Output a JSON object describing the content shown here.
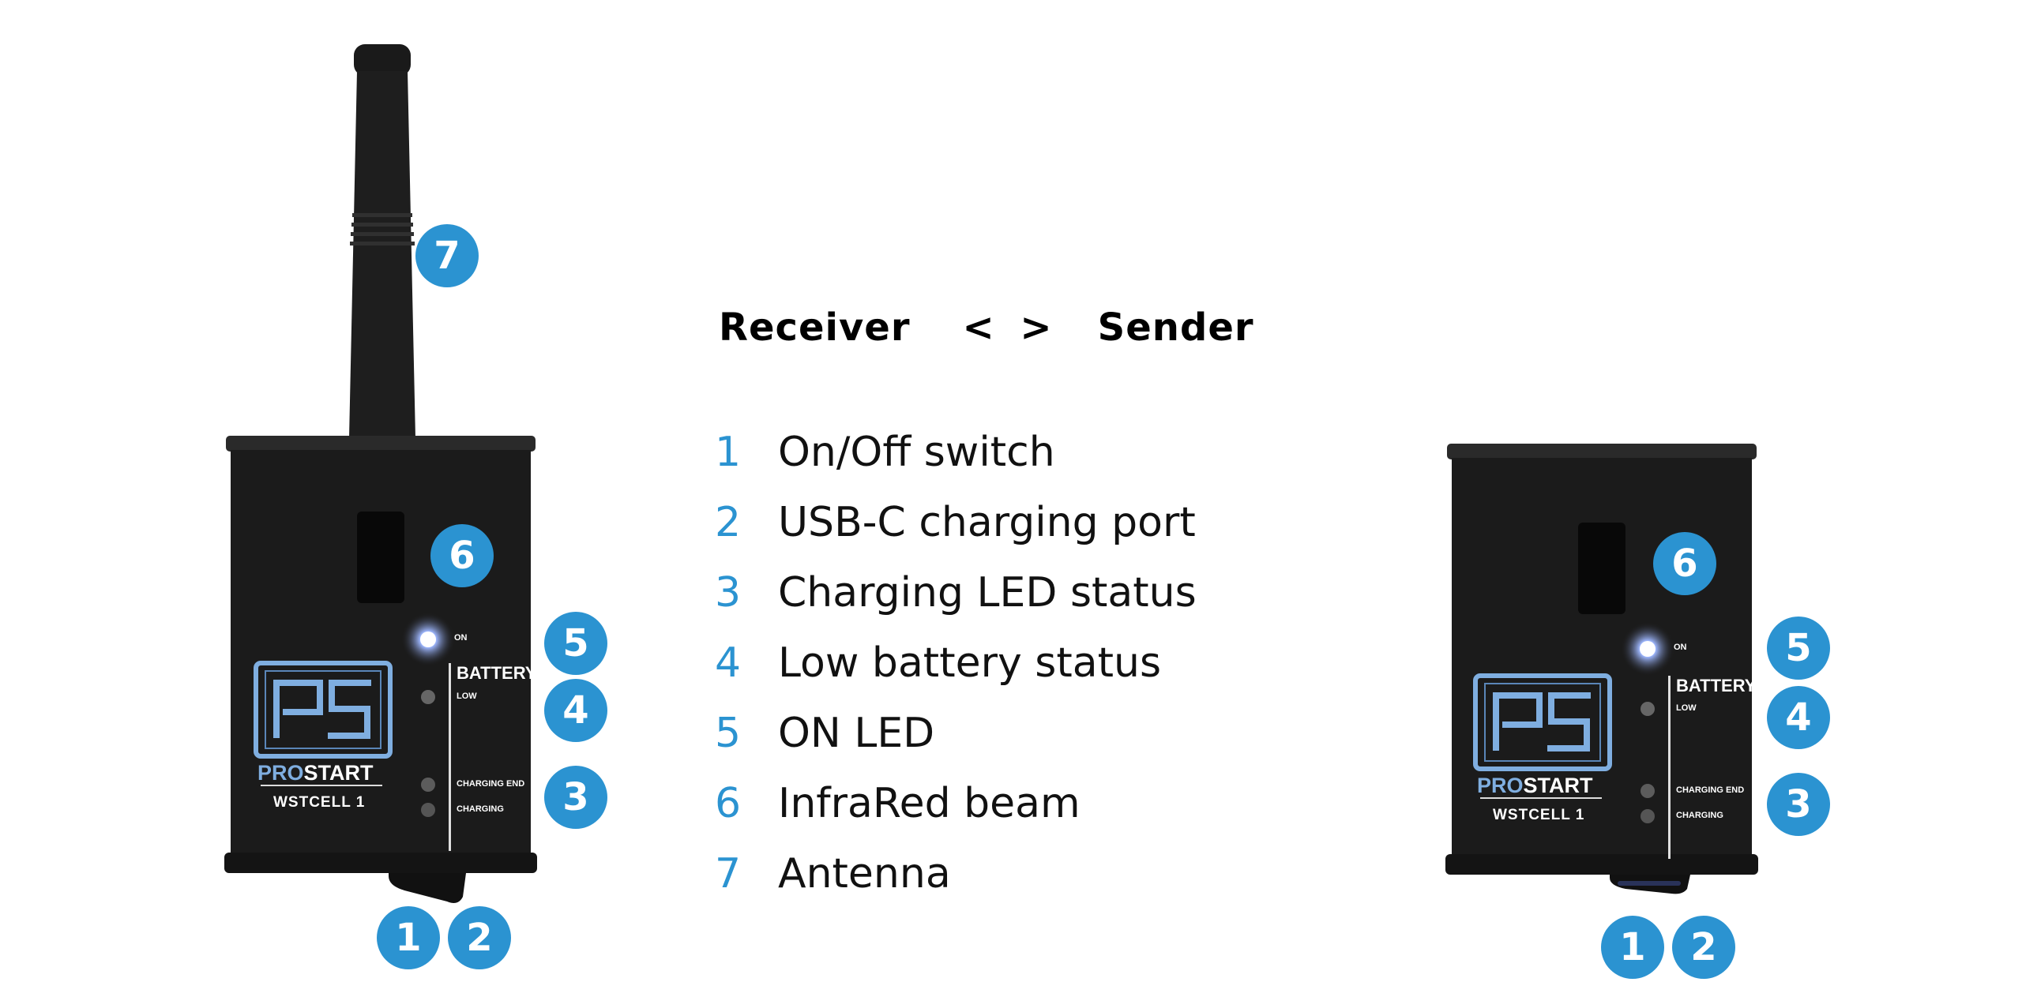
{
  "heading": {
    "left": "Receiver",
    "arrows": "< >",
    "right": "Sender"
  },
  "legend": [
    {
      "num": "1",
      "label": "On/Off switch"
    },
    {
      "num": "2",
      "label": "USB-C charging port"
    },
    {
      "num": "3",
      "label": "Charging LED status"
    },
    {
      "num": "4",
      "label": "Low battery status"
    },
    {
      "num": "5",
      "label": "ON LED"
    },
    {
      "num": "6",
      "label": "InfraRed beam"
    },
    {
      "num": "7",
      "label": "Antenna"
    }
  ],
  "device_labels": {
    "logo_letters": "PS",
    "brand_pro": "PRO",
    "brand_start": "START",
    "model": "WSTCELL 1",
    "on": "ON",
    "battery": "BATTERY",
    "low": "LOW",
    "charging_end": "CHARGING END",
    "charging": "CHARGING"
  },
  "badges": {
    "one": "1",
    "two": "2",
    "three": "3",
    "four": "4",
    "five": "5",
    "six": "6",
    "seven": "7"
  },
  "colors": {
    "accent": "#2b93d1",
    "device_body": "#1b1b1b",
    "logo_blue": "#7faee0",
    "led_on": "#dfe9ff"
  }
}
